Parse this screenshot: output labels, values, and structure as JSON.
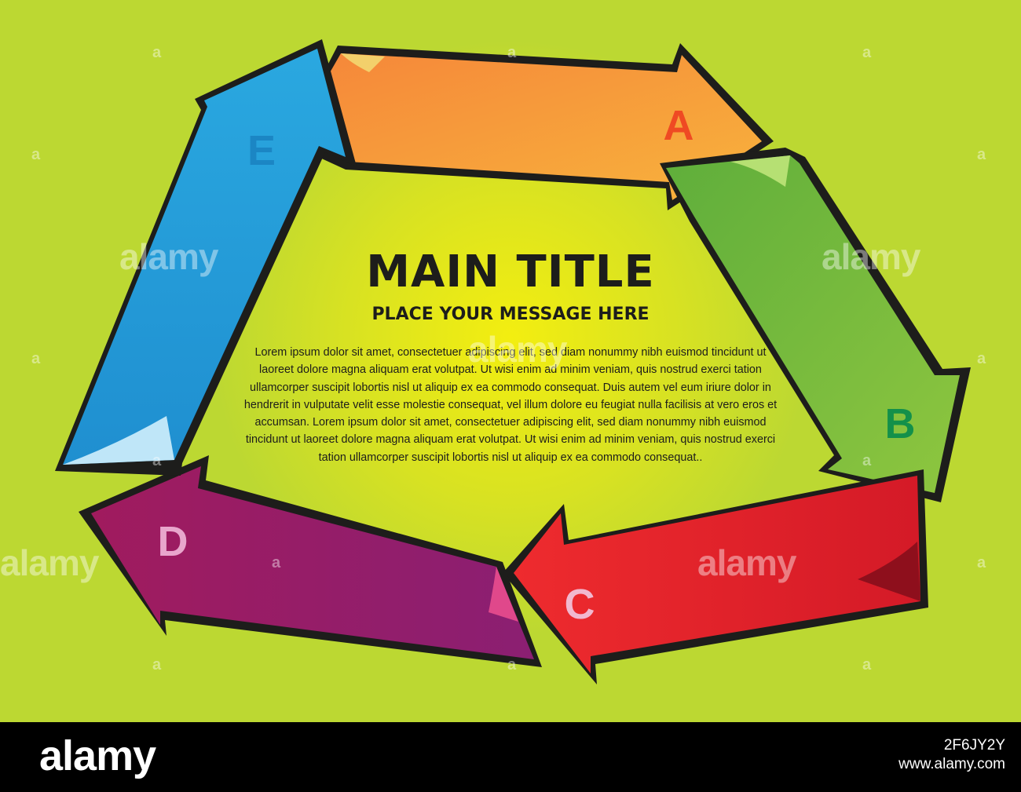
{
  "title": "MAIN TITLE",
  "subtitle": "PLACE YOUR MESSAGE HERE",
  "body": "Lorem ipsum dolor sit amet, consectetuer adipiscing elit, sed diam nonummy nibh euismod tincidunt ut laoreet dolore magna aliquam erat volutpat. Ut wisi enim ad minim veniam, quis nostrud exerci tation ullamcorper suscipit lobortis nisl ut aliquip ex ea commodo consequat. Duis autem vel eum iriure dolor in hendrerit in vulputate velit esse molestie consequat, vel illum dolore eu feugiat nulla facilisis at vero eros et accumsan. Lorem ipsum dolor sit amet, consectetuer adipiscing elit, sed diam nonummy nibh euismod tincidunt ut laoreet dolore magna aliquam erat volutpat. Ut wisi enim ad minim veniam, quis nostrud exerci tation ullamcorper suscipit lobortis nisl ut aliquip ex ea commodo consequat..",
  "arrows": [
    {
      "label": "A",
      "color": "#f7a23a",
      "label_color": "#ef4a23"
    },
    {
      "label": "B",
      "color": "#7cbf3b",
      "label_color": "#13904a"
    },
    {
      "label": "C",
      "color": "#e31c2c",
      "label_color": "#f1b8cf"
    },
    {
      "label": "D",
      "color": "#9b1c66",
      "label_color": "#e8a6cc"
    },
    {
      "label": "E",
      "color": "#23a7df",
      "label_color": "#1b86c4"
    }
  ],
  "colors": {
    "background": "#bcd832",
    "center_glow": "#f3ee10",
    "outline": "#1d1d1b",
    "footer": "#000000"
  },
  "watermark": {
    "brand": "alamy",
    "mark": "a"
  },
  "footer": {
    "brand": "alamy",
    "image_id": "2F6JY2Y",
    "url": "www.alamy.com"
  }
}
